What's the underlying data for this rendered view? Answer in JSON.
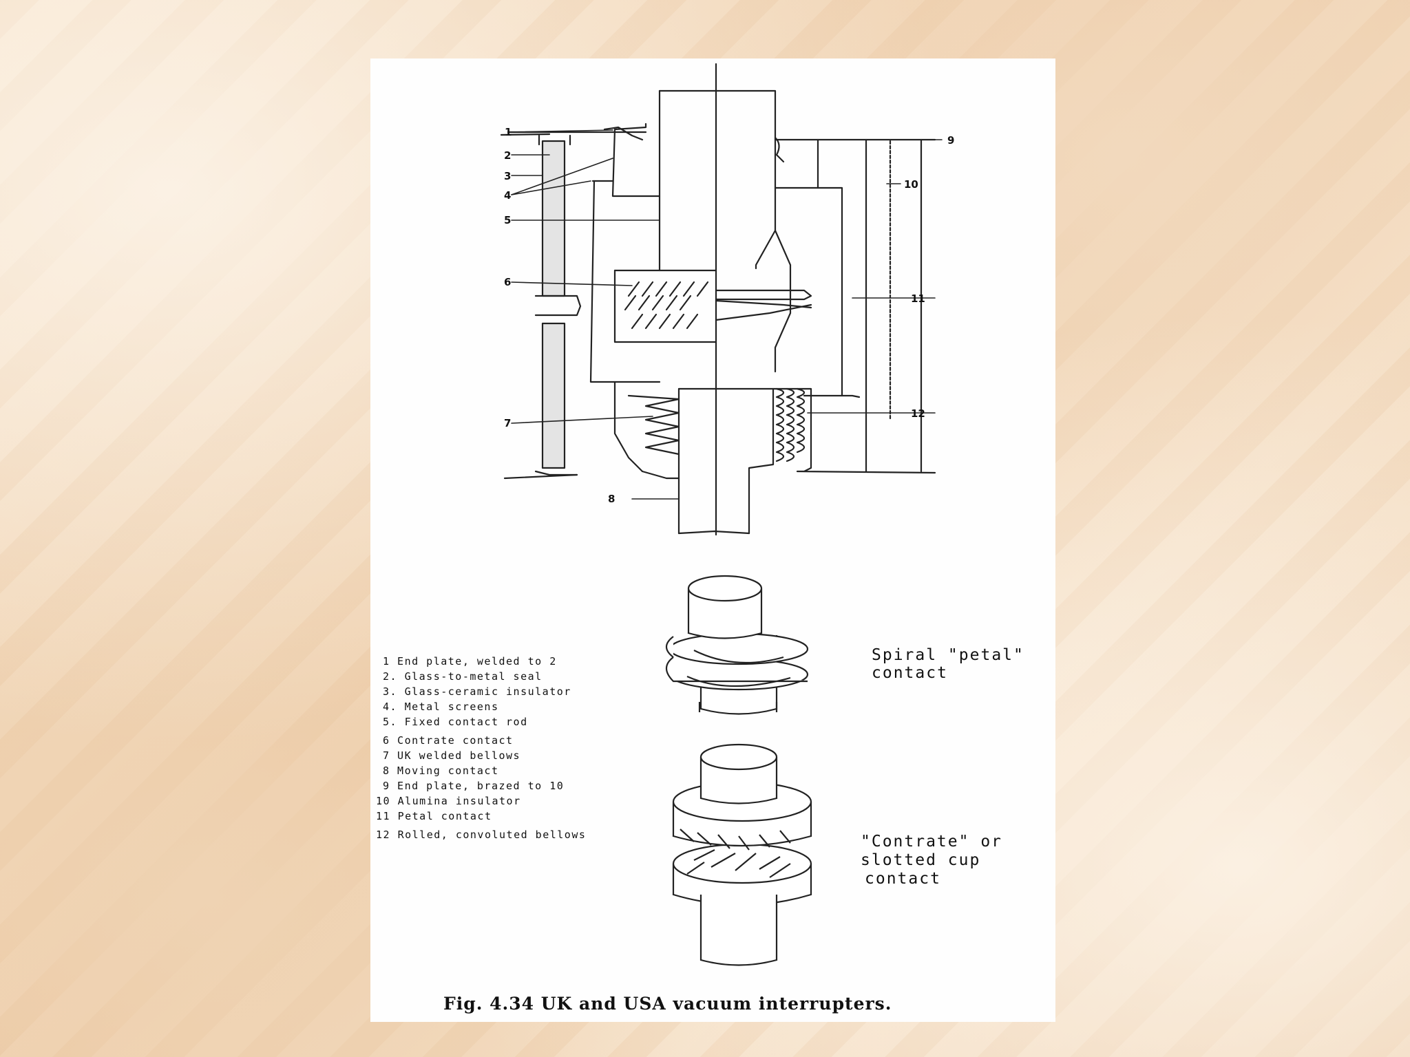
{
  "callouts_left": [
    "1",
    "2",
    "3",
    "4",
    "5",
    "6",
    "7",
    "8"
  ],
  "callouts_right": [
    "9",
    "10",
    "11",
    "12"
  ],
  "legend": [
    "1  End plate, welded to 2",
    "2. Glass-to-metal seal",
    "3. Glass-ceramic insulator",
    "4. Metal screens",
    "5. Fixed contact rod",
    "6 Contrate contact",
    "7 UK welded bellows",
    "8 Moving contact",
    "9 End plate, brazed to 10",
    "10 Alumina insulator",
    "11 Petal contact",
    "12 Rolled, convoluted bellows"
  ],
  "spiral_label": [
    "Spiral \"petal\"",
    "contact"
  ],
  "contrate_label": [
    "\"Contrate\" or",
    "slotted cup",
    "contact"
  ],
  "caption": "Fig. 4.34 UK and USA vacuum interrupters."
}
